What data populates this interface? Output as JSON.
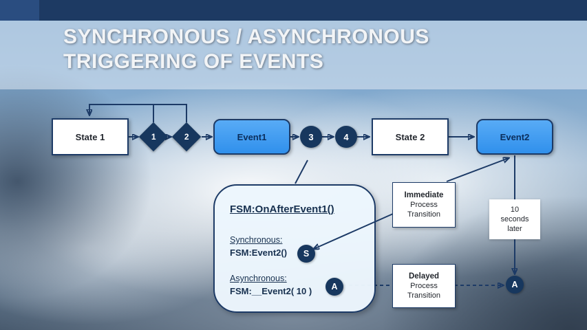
{
  "title": {
    "line1": "SYNCHRONOUS / ASYNCHRONOUS",
    "line2": "TRIGGERING OF EVENTS"
  },
  "flow": {
    "state1_label": "State 1",
    "step1": "1",
    "step2": "2",
    "event1_label": "Event1",
    "step3": "3",
    "step4": "4",
    "state2_label": "State 2",
    "event2_label": "Event2"
  },
  "callout": {
    "heading": "FSM:OnAfterEvent1()",
    "synchronous_label": "Synchronous:",
    "synchronous_code": "FSM:Event2()",
    "synchronous_marker": "S",
    "asynchronous_label": "Asynchronous:",
    "asynchronous_code": "FSM:__Event2( 10 )",
    "asynchronous_marker": "A"
  },
  "notes": {
    "immediate": {
      "title": "Immediate",
      "line2": "Process",
      "line3": "Transition"
    },
    "delay": {
      "line1": "10",
      "line2": "seconds",
      "line3": "later"
    },
    "delayed": {
      "title": "Delayed",
      "line2": "Process",
      "line3": "Transition"
    },
    "delayed_marker": "A"
  },
  "colors": {
    "top_bar": "#1d3a63",
    "shape_navy": "#17375e",
    "line_navy": "#1c3a66",
    "event_blue": "#3d9bf2",
    "callout_fill": "#ecf6fd"
  }
}
